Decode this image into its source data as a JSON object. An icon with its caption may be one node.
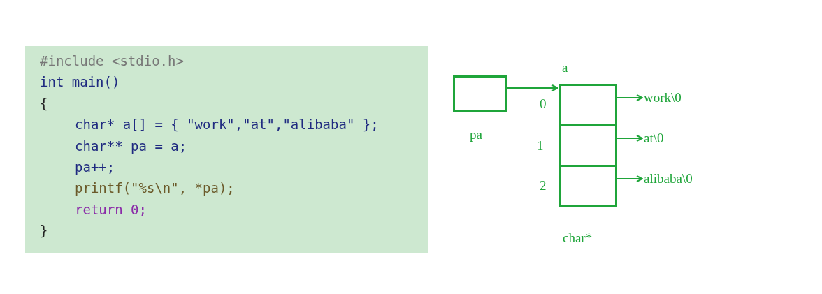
{
  "diagram": {
    "nodes": [
      {
        "text": [],
        "shape": "box",
        "beside": [
          "pa"
        ]
      },
      {
        "text": [],
        "shape": "box",
        "beside": [
          "0"
        ]
      },
      {
        "text": [],
        "shape": "box",
        "beside": [
          "1"
        ]
      },
      {
        "text": [],
        "shape": "box",
        "beside": [
          "2"
        ]
      },
      {
        "text": [
          "work\\0"
        ]
      },
      {
        "text": [
          "at\\0"
        ]
      },
      {
        "text": [
          "alibaba\\0"
        ]
      }
    ],
    "edges": [
      {
        "from": 0,
        "to": 1,
        "arrow": "to"
      },
      {
        "from": 1,
        "to": 4,
        "arrow": "to"
      },
      {
        "from": 2,
        "to": 5,
        "arrow": "to"
      },
      {
        "from": 3,
        "to": 6,
        "arrow": "to"
      }
    ],
    "labels": [
      "#include <stdio.h>",
      "int main()",
      "{",
      "char* a[] = { \"work\",\"at\",\"alibaba\" };",
      "char** pa = a;",
      "pa++;",
      "printf(\"%s\\n\", *pa);",
      "return 0;",
      "}",
      "a",
      "char*"
    ]
  }
}
